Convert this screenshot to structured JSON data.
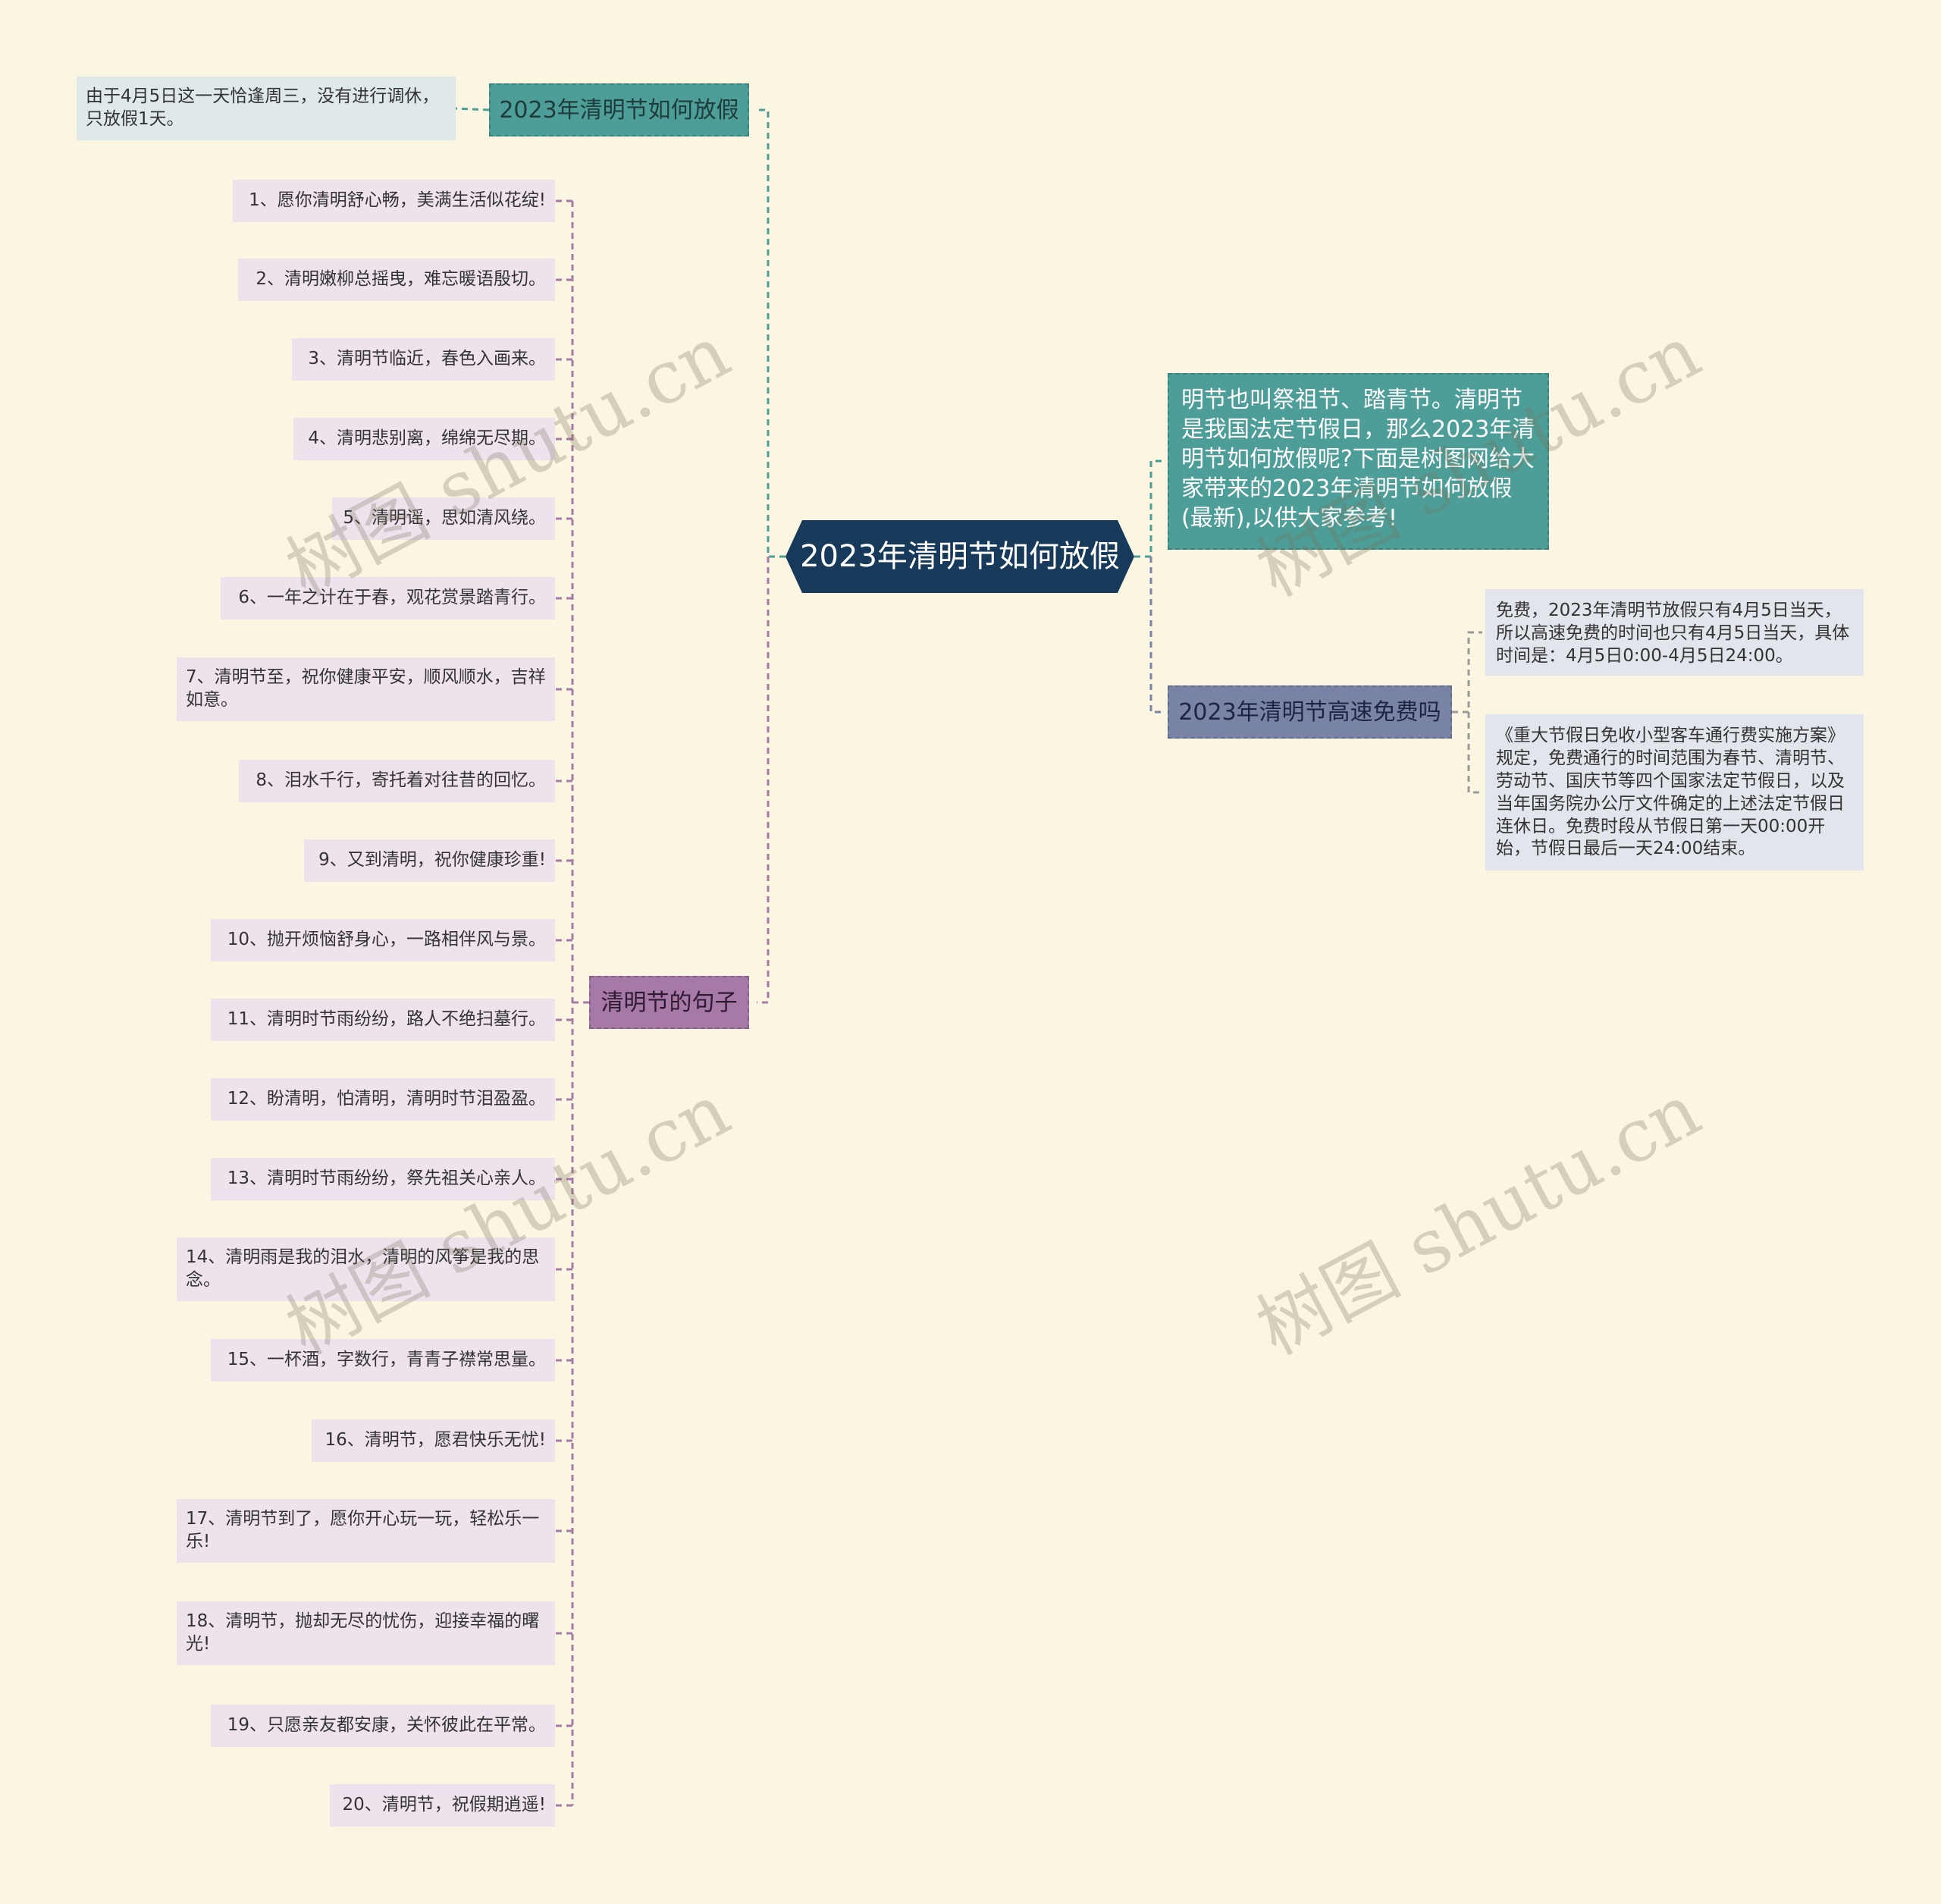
{
  "root": {
    "label": "2023年清明节如何放假"
  },
  "branches": {
    "holiday": {
      "label": "2023年清明节如何放假",
      "children": [
        "由于4月5日这一天恰逢周三，没有进行调休，只放假1天。"
      ]
    },
    "intro": {
      "label": "明节也叫祭祖节、踏青节。清明节是我国法定节假日，那么2023年清明节如何放假呢?下面是树图网给大家带来的2023年清明节如何放假(最新),以供大家参考!"
    },
    "highway": {
      "label": "2023年清明节高速免费吗",
      "children": [
        "免费，2023年清明节放假只有4月5日当天，所以高速免费的时间也只有4月5日当天，具体时间是：4月5日0:00-4月5日24:00。",
        "《重大节假日免收小型客车通行费实施方案》规定，免费通行的时间范围为春节、清明节、劳动节、国庆节等四个国家法定节假日，以及当年国务院办公厅文件确定的上述法定节假日连休日。免费时段从节假日第一天00:00开始，节假日最后一天24:00结束。"
      ]
    },
    "sentences": {
      "label": "清明节的句子",
      "children": [
        "1、愿你清明舒心畅，美满生活似花绽!",
        "2、清明嫩柳总摇曳，难忘暖语殷切。",
        "3、清明节临近，春色入画来。",
        "4、清明悲别离，绵绵无尽期。",
        "5、清明谣，思如清风绕。",
        "6、一年之计在于春，观花赏景踏青行。",
        "7、清明节至，祝你健康平安，顺风顺水，吉祥如意。",
        "8、泪水千行，寄托着对往昔的回忆。",
        "9、又到清明，祝你健康珍重!",
        "10、抛开烦恼舒身心，一路相伴风与景。",
        "11、清明时节雨纷纷，路人不绝扫墓行。",
        "12、盼清明，怕清明，清明时节泪盈盈。",
        "13、清明时节雨纷纷，祭先祖关心亲人。",
        "14、清明雨是我的泪水，清明的风筝是我的思念。",
        "15、一杯酒，字数行，青青子襟常思量。",
        "16、清明节，愿君快乐无忧!",
        "17、清明节到了，愿你开心玩一玩，轻松乐一乐!",
        "18、清明节，抛却无尽的忧伤，迎接幸福的曙光!",
        "19、只愿亲友都安康，关怀彼此在平常。",
        "20、清明节，祝假期逍遥!"
      ]
    }
  },
  "watermark": "树图 shutu.cn",
  "colors": {
    "background": "#fbf6e1",
    "root": "#173a5a",
    "teal": "#4d9e98",
    "slate": "#7983a6",
    "purple": "#a679a6"
  }
}
